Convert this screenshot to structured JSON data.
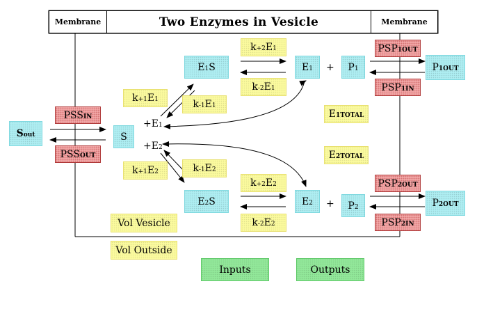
{
  "header": {
    "left": "Membrane",
    "title": "Two Enzymes in Vesicle",
    "right": "Membrane"
  },
  "nodes": {
    "s_out": {
      "base": "S",
      "sub": "out"
    },
    "s": {
      "base": "S"
    },
    "e1s": {
      "base": "E",
      "sub": "1",
      "tail": "S"
    },
    "e2s": {
      "base": "E",
      "sub": "2",
      "tail": "S"
    },
    "e1": {
      "base": "E",
      "sub": "1"
    },
    "e2": {
      "base": "E",
      "sub": "2"
    },
    "p1": {
      "base": "P",
      "sub": "1"
    },
    "p2": {
      "base": "P",
      "sub": "2"
    },
    "p1_out": {
      "base": "P",
      "sub": "1OUT"
    },
    "p2_out": {
      "base": "P",
      "sub": "2OUT"
    }
  },
  "rates": {
    "k_plus1_e1": {
      "base": "k",
      "sub": "+1",
      "tail": "E",
      "sub2": "1"
    },
    "k_minus1_e1": {
      "base": "k",
      "sub": "-1",
      "tail": "E",
      "sub2": "1"
    },
    "k_plus2_e1": {
      "base": "k",
      "sub": "+2",
      "tail": "E",
      "sub2": "1"
    },
    "k_minus2_e1": {
      "base": "k",
      "sub": "-2",
      "tail": "E",
      "sub2": "1"
    },
    "k_plus1_e2": {
      "base": "k",
      "sub": "+1",
      "tail": "E",
      "sub2": "2"
    },
    "k_minus1_e2": {
      "base": "k",
      "sub": "-1",
      "tail": "E",
      "sub2": "2"
    },
    "k_plus2_e2": {
      "base": "k",
      "sub": "+2",
      "tail": "E",
      "sub2": "2"
    },
    "k_minus2_e2": {
      "base": "k",
      "sub": "-2",
      "tail": "E",
      "sub2": "2"
    },
    "e1_total": {
      "base": "E",
      "sub": "1TOTAL"
    },
    "e2_total": {
      "base": "E",
      "sub": "2TOTAL"
    },
    "vol_vesicle": "Vol Vesicle",
    "vol_outside": "Vol Outside"
  },
  "transport": {
    "pss_in": {
      "base": "PSS",
      "sub": "IN"
    },
    "pss_out": {
      "base": "PSS",
      "sub": "OUT"
    },
    "psp_1out": {
      "base": "PSP",
      "sub": "1OUT"
    },
    "psp_1in": {
      "base": "PSP",
      "sub": "1IN"
    },
    "psp_2out": {
      "base": "PSP",
      "sub": "2OUT"
    },
    "psp_2in": {
      "base": "PSP",
      "sub": "2IN"
    }
  },
  "labels": {
    "plus_e1": {
      "base": "+E",
      "sub": "1"
    },
    "plus_e2": {
      "base": "+E",
      "sub": "2"
    },
    "plus_sign": "+"
  },
  "buttons": {
    "inputs": "Inputs",
    "outputs": "Outputs"
  }
}
